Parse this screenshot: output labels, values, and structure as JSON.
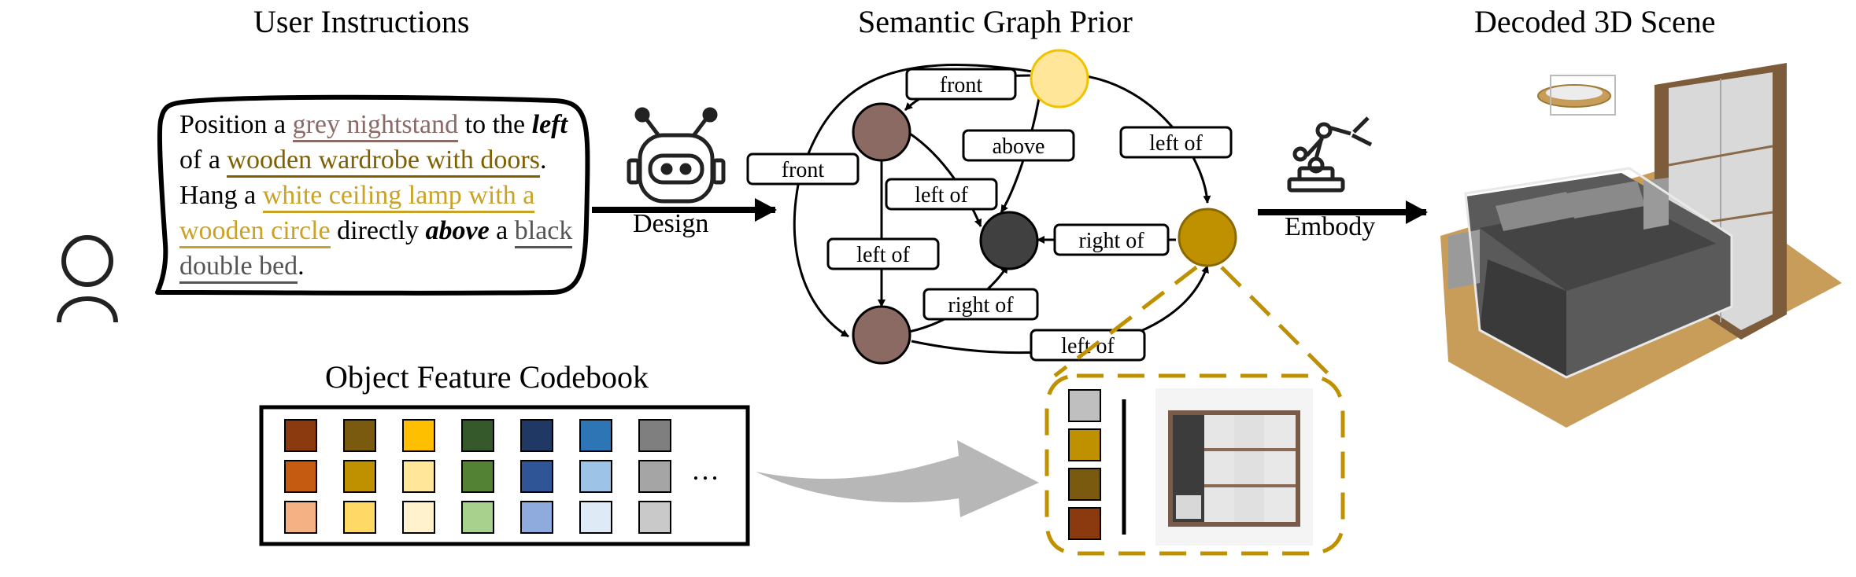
{
  "titles": {
    "user": "User Instructions",
    "graph": "Semantic Graph Prior",
    "scene": "Decoded 3D Scene",
    "codebook": "Object Feature Codebook"
  },
  "instruction": {
    "p1": "Position a ",
    "grey": "grey nightstand",
    "p2": " to the ",
    "left": "left",
    "p3": " of a ",
    "wardrobe": "wooden wardrobe with doors",
    "p4": ". Hang a ",
    "lamp": "white ceiling lamp with a wooden circle",
    "p5": " directly ",
    "above": "above",
    "p6": " a ",
    "bed": "black double bed",
    "p7": "."
  },
  "arrows": {
    "design": "Design",
    "embody": "Embody"
  },
  "edges": {
    "front_top": "front",
    "front_left": "front",
    "above": "above",
    "leftof_top_right": "left of",
    "leftof_mid": "left of",
    "leftof_left": "left of",
    "rightof_right": "right of",
    "rightof_bottom": "right of",
    "leftof_bottom": "left of"
  },
  "codebook": {
    "ellipsis": "…",
    "rows": [
      [
        "#8B3A0F",
        "#7A5A0F",
        "#FDBF00",
        "#35592A",
        "#1F3864",
        "#2E75B6",
        "#7F7F7F"
      ],
      [
        "#C55A11",
        "#BF9000",
        "#FFE699",
        "#548235",
        "#2F5597",
        "#9DC3E6",
        "#A5A5A5"
      ],
      [
        "#F4B183",
        "#FFD966",
        "#FFF2CC",
        "#A9D18E",
        "#8FAADC",
        "#DEEBF7",
        "#C9C9C9"
      ]
    ]
  },
  "zoom_swatches": [
    "#BFBFBF",
    "#BF9000",
    "#7A5A0F",
    "#8B3A0F"
  ],
  "colors": {
    "grey_text": "#8C6A66",
    "wardrobe_text": "#7F6000",
    "lamp_text": "#C9A227",
    "bed_text": "#555555",
    "node_brown": "#8C6A64",
    "node_yellow": "#FFE699",
    "node_gold": "#BF9000",
    "node_dark": "#404040",
    "zoom_border": "#BF9000"
  }
}
